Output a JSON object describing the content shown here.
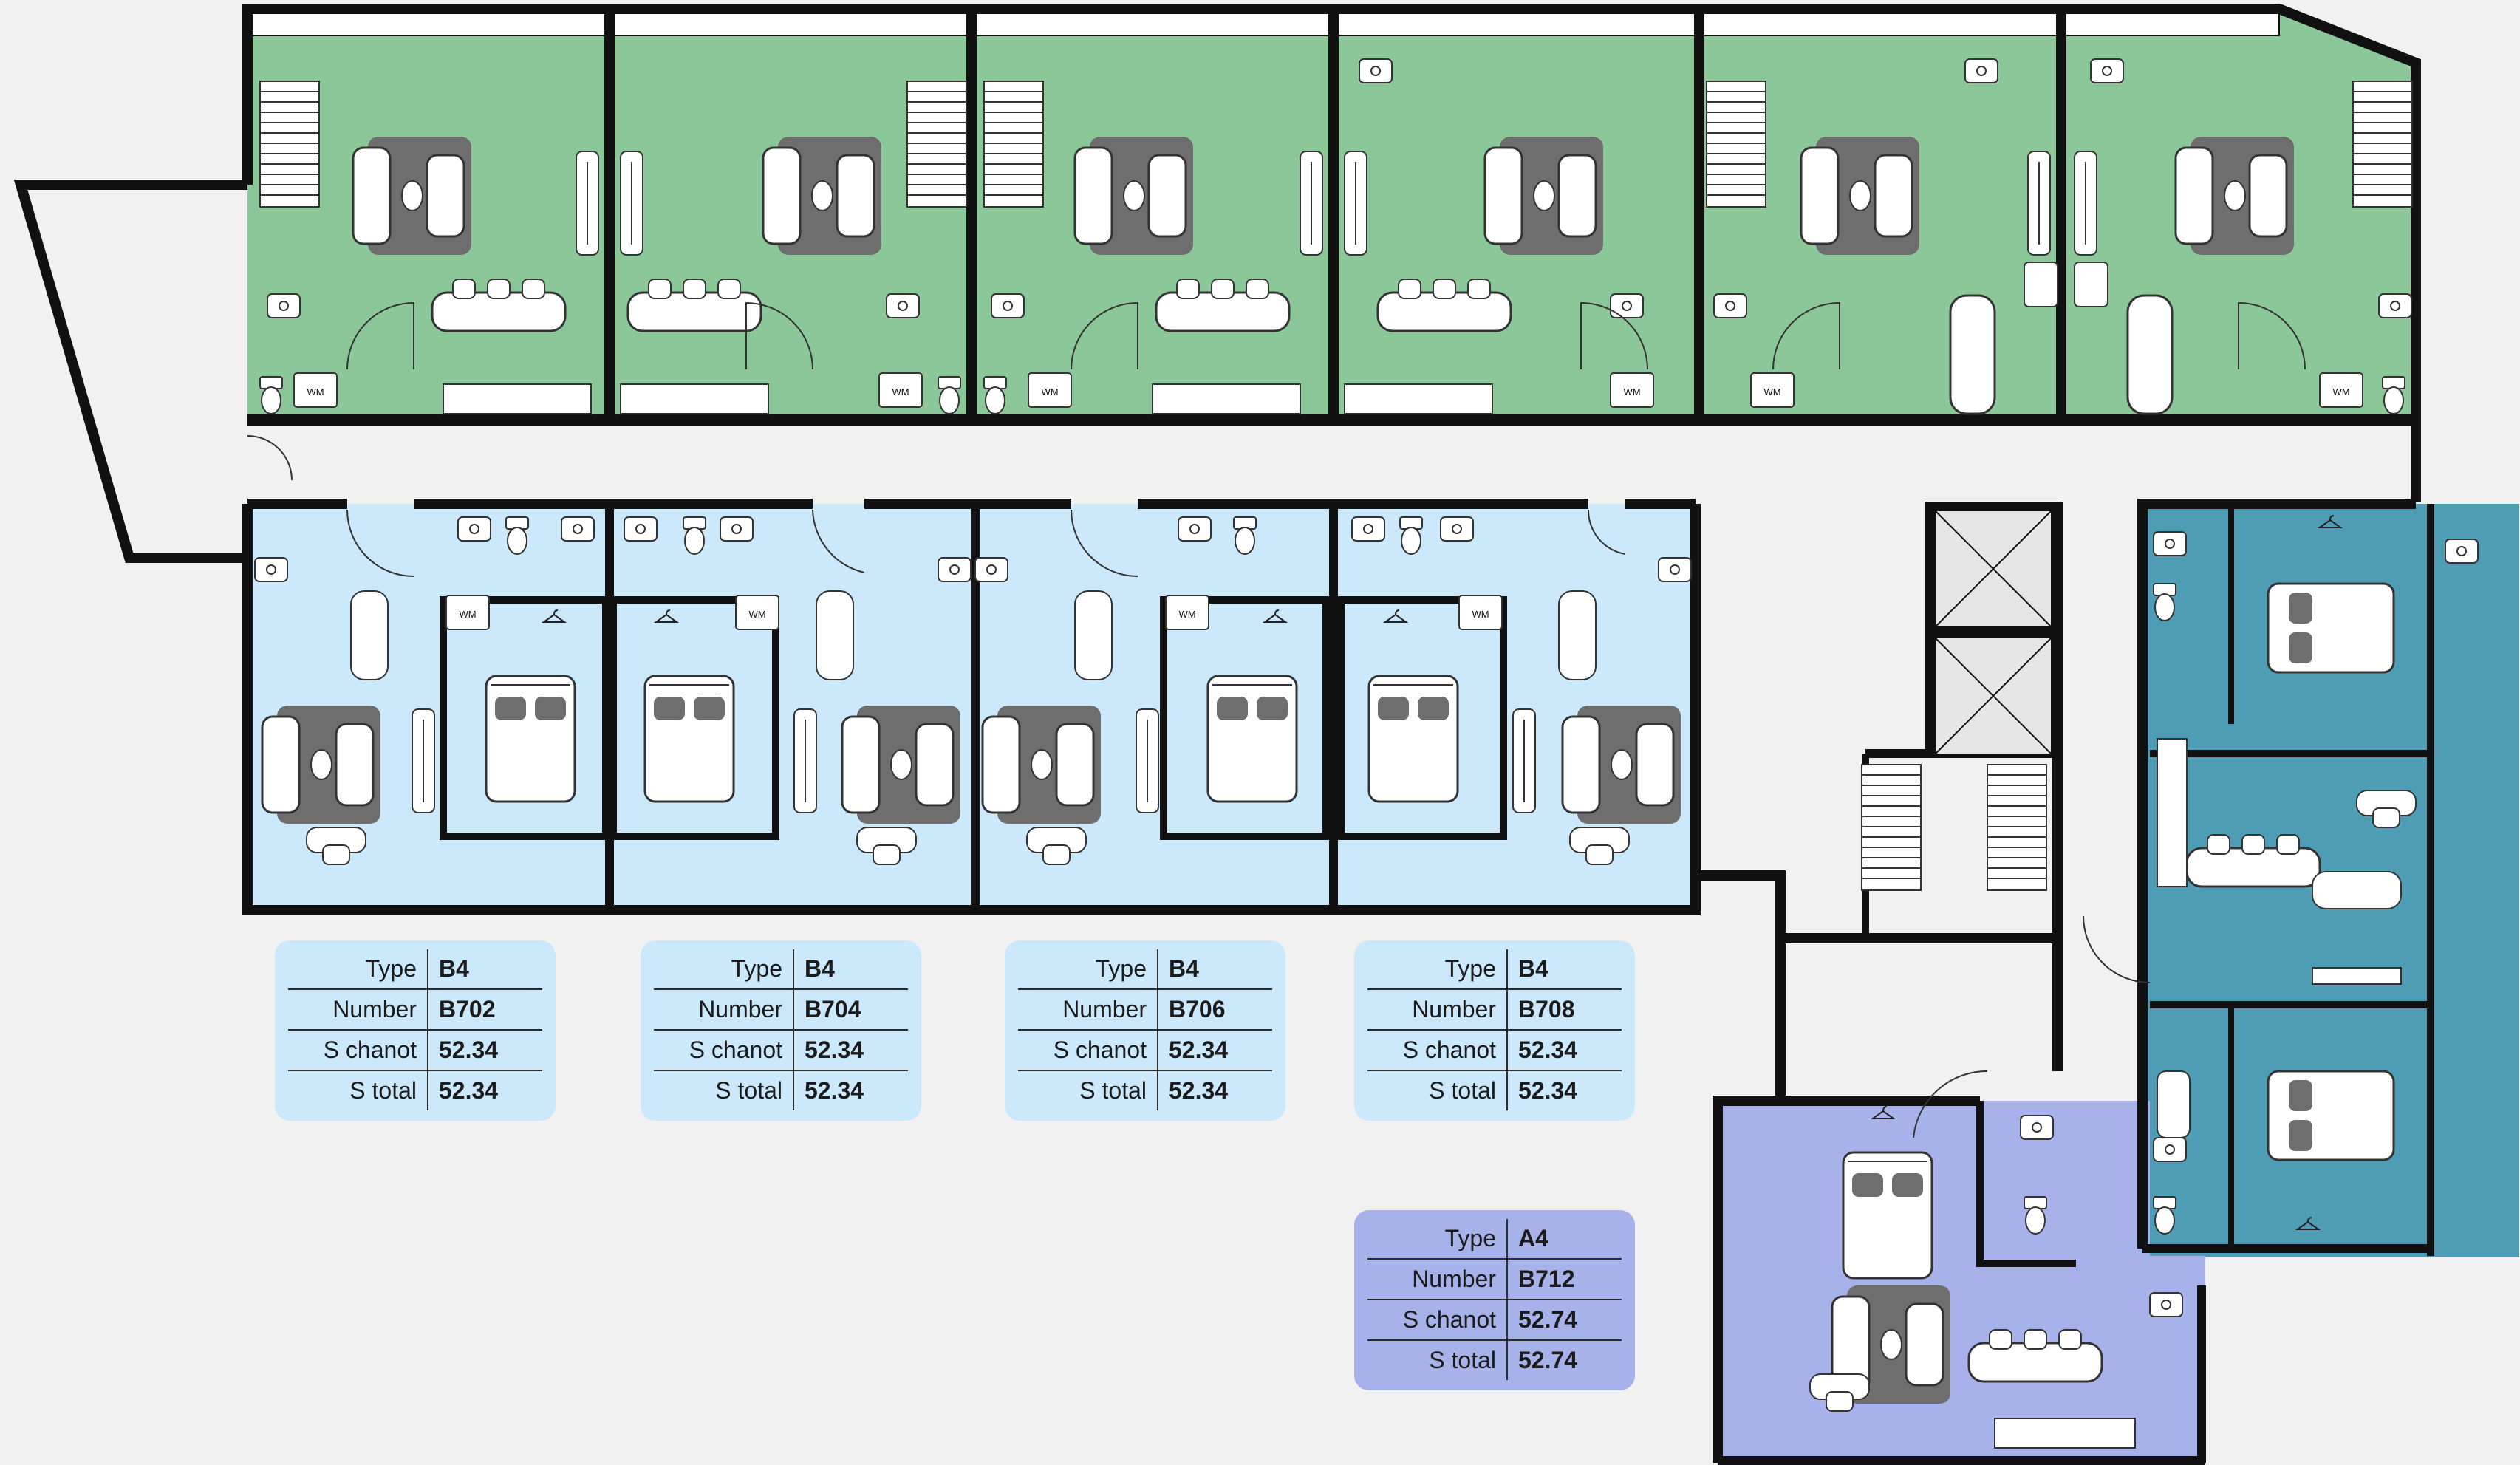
{
  "colors": {
    "green": "#8cc79a",
    "light_blue": "#cce8fb",
    "teal": "#4f9db5",
    "lavender": "#a8b2ea",
    "wall": "#111111",
    "furniture_dark": "#6e6e6e",
    "card_blue": "#cce8fb",
    "card_lavender": "#a8b2ea"
  },
  "fixture_labels": {
    "washing_machine": "WM"
  },
  "cards": [
    {
      "id": "B702",
      "rows": [
        {
          "label": "Type",
          "value": "B4"
        },
        {
          "label": "Number",
          "value": "B702"
        },
        {
          "label": "S chanot",
          "value": "52.34"
        },
        {
          "label": "S total",
          "value": "52.34"
        }
      ]
    },
    {
      "id": "B704",
      "rows": [
        {
          "label": "Type",
          "value": "B4"
        },
        {
          "label": "Number",
          "value": "B704"
        },
        {
          "label": "S chanot",
          "value": "52.34"
        },
        {
          "label": "S total",
          "value": "52.34"
        }
      ]
    },
    {
      "id": "B706",
      "rows": [
        {
          "label": "Type",
          "value": "B4"
        },
        {
          "label": "Number",
          "value": "B706"
        },
        {
          "label": "S chanot",
          "value": "52.34"
        },
        {
          "label": "S total",
          "value": "52.34"
        }
      ]
    },
    {
      "id": "B708",
      "rows": [
        {
          "label": "Type",
          "value": "B4"
        },
        {
          "label": "Number",
          "value": "B708"
        },
        {
          "label": "S chanot",
          "value": "52.34"
        },
        {
          "label": "S total",
          "value": "52.34"
        }
      ]
    },
    {
      "id": "B712",
      "rows": [
        {
          "label": "Type",
          "value": "A4"
        },
        {
          "label": "Number",
          "value": "B712"
        },
        {
          "label": "S chanot",
          "value": "52.74"
        },
        {
          "label": "S total",
          "value": "52.74"
        }
      ]
    }
  ]
}
